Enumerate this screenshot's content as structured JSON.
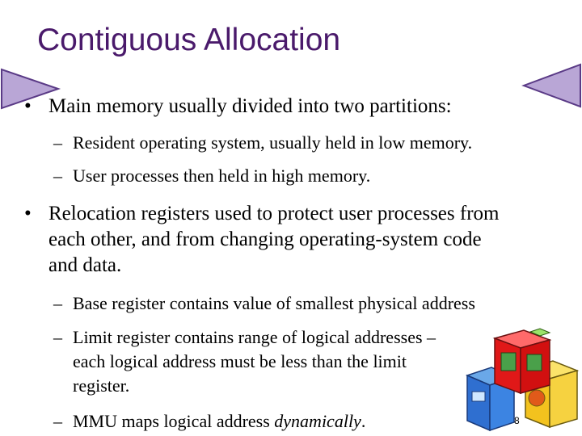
{
  "slide": {
    "title": "Contiguous Allocation",
    "page_number": "8",
    "bullets": [
      {
        "text": "Main memory usually divided into two partitions:",
        "subs": [
          "Resident operating system, usually held in low memory.",
          "User processes then held in high memory."
        ]
      },
      {
        "lines": [
          "Relocation registers used to protect user processes from",
          "each other, and from changing operating-system code",
          "and data."
        ],
        "subs": [
          "Base register contains value of smallest physical address"
        ],
        "limit_sub_lines": [
          "Limit register contains range of logical addresses –",
          "each logical address must be less than the limit",
          "register."
        ],
        "mmu_sub": {
          "prefix": "MMU maps logical address ",
          "emphasis": "dynamically",
          "suffix": "."
        }
      }
    ],
    "bullet_glyph": "•",
    "dash_glyph": "–",
    "colors": {
      "title": "#4a1a6b",
      "arrow_fill": "#b9a6d6",
      "arrow_stroke": "#5a3a86"
    },
    "decorations": [
      "left-arrow-icon",
      "right-arrow-icon",
      "toy-blocks-icon"
    ]
  }
}
